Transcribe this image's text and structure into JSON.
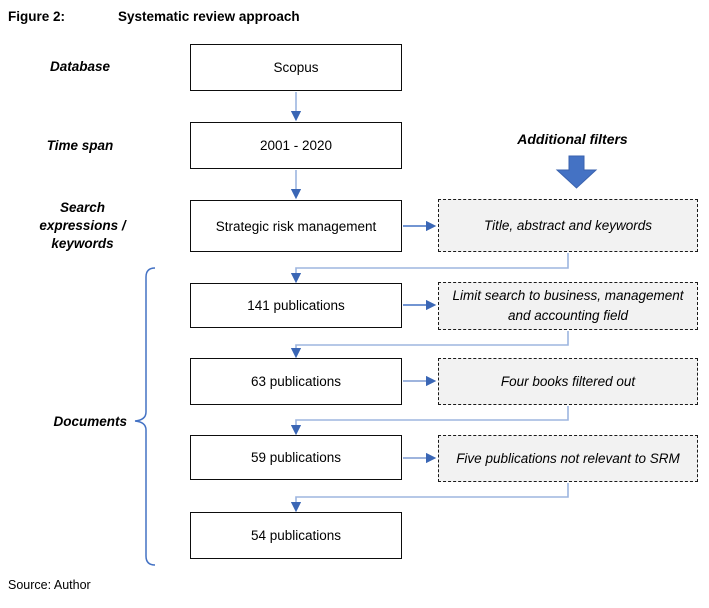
{
  "header": {
    "figure_label": "Figure 2:",
    "figure_title": "Systematic review approach"
  },
  "labels": {
    "database": "Database",
    "time_span": "Time span",
    "search": "Search\nexpressions /\nkeywords",
    "documents": "Documents",
    "additional_filters": "Additional filters"
  },
  "flow": {
    "center_boxes": [
      {
        "label": "Scopus"
      },
      {
        "label": "2001 - 2020"
      },
      {
        "label": "Strategic risk management"
      },
      {
        "label": "141 publications"
      },
      {
        "label": "63 publications"
      },
      {
        "label": "59 publications"
      },
      {
        "label": "54 publications"
      }
    ],
    "filter_boxes": [
      {
        "label": "Title, abstract and keywords"
      },
      {
        "label": "Limit search to business, management and accounting field"
      },
      {
        "label": "Four books filtered out"
      },
      {
        "label": "Five publications not relevant to SRM"
      }
    ]
  },
  "footer": {
    "source": "Source: Author"
  },
  "colors": {
    "connector_dark": "#4472C4",
    "connector_light": "#9DB5DF",
    "arrowhead": "#3A66B5",
    "block_arrow": "#4472C4",
    "filter_fill": "#F2F2F2"
  }
}
